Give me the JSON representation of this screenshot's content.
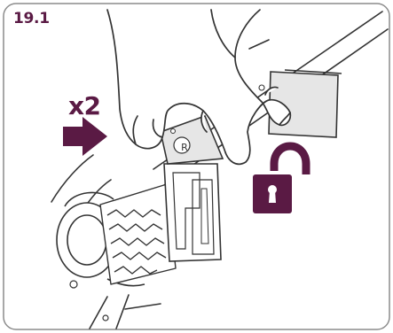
{
  "step": {
    "number": "19.1"
  },
  "action": {
    "multiplier": "x2"
  },
  "mechanism": {
    "badge_letter": "R"
  },
  "colors": {
    "accent": "#5a1a44",
    "outline": "#8c8c8c",
    "line": "#333333",
    "latch_fill": "#e6e6e6",
    "background": "#ffffff"
  },
  "icons": {
    "direction": "right-arrow-icon",
    "state": "unlocked-padlock-icon"
  }
}
